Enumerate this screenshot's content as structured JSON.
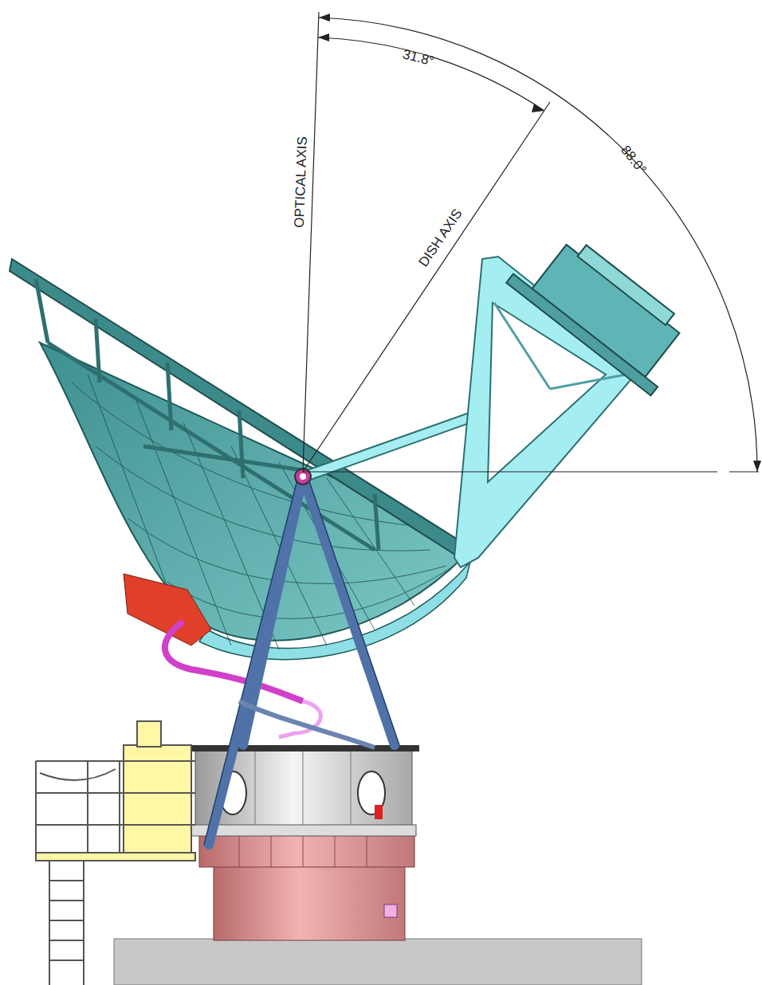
{
  "diagram": {
    "labels": [
      "31.8°",
      "88.0°",
      "OPTICAL AXIS",
      "DISH AXIS"
    ]
  }
}
